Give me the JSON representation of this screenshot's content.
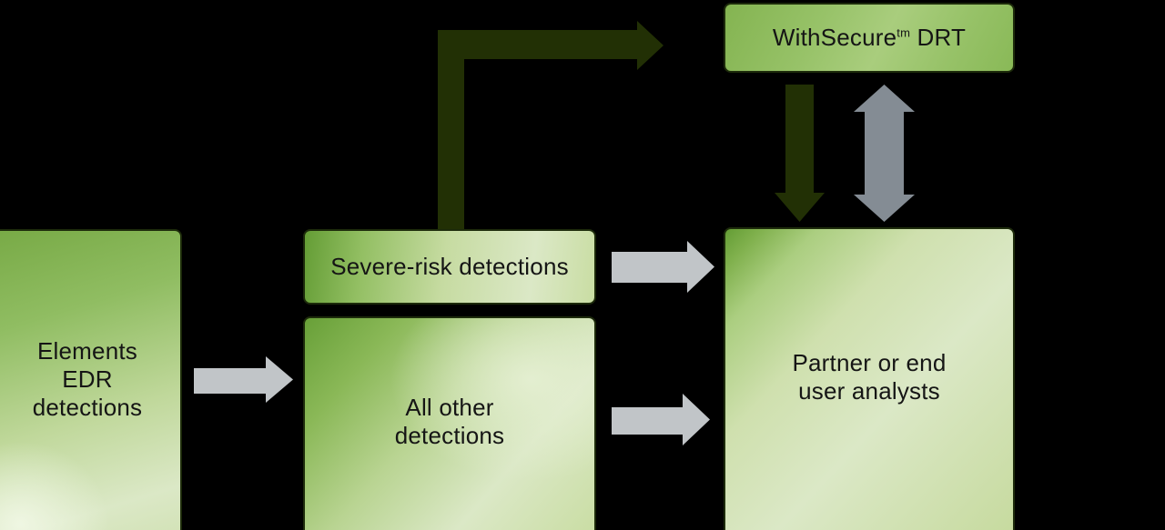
{
  "background": "#000000",
  "colors": {
    "background": "#000000",
    "text": "#151515",
    "box_border": "#1d2b0b",
    "green_strong": "#649d35",
    "green_mid": "#9ac46d",
    "green_light": "#dbe8c6",
    "green_soft": "#c9dda3",
    "arrow_light_gray": "#c1c5c8",
    "arrow_slate_gray": "#848c94",
    "arrow_dark_green": "#223005"
  },
  "nodes": {
    "elements_edr": {
      "lines": [
        "Elements",
        "EDR",
        "detections"
      ]
    },
    "severe_risk": {
      "label": "Severe-risk detections"
    },
    "all_other": {
      "lines": [
        "All other",
        "detections"
      ]
    },
    "drt": {
      "brand": "WithSecure",
      "trademark": "tm",
      "team": "DRT"
    },
    "partner": {
      "lines": [
        "Partner or end",
        "user analysts"
      ]
    }
  },
  "edges": [
    {
      "from": "elements_edr",
      "to": "all_other",
      "style": "light-gray",
      "direction": "right"
    },
    {
      "from": "severe_risk",
      "to": "drt",
      "style": "dark-green",
      "direction": "up-then-right",
      "shape": "elbow"
    },
    {
      "from": "severe_risk",
      "to": "partner",
      "style": "light-gray",
      "direction": "right"
    },
    {
      "from": "all_other",
      "to": "partner",
      "style": "light-gray",
      "direction": "right"
    },
    {
      "from": "drt",
      "to": "partner",
      "style": "dark-green",
      "direction": "down"
    },
    {
      "from": "drt",
      "to": "partner",
      "style": "slate-gray",
      "direction": "both",
      "bidirectional": true
    }
  ]
}
